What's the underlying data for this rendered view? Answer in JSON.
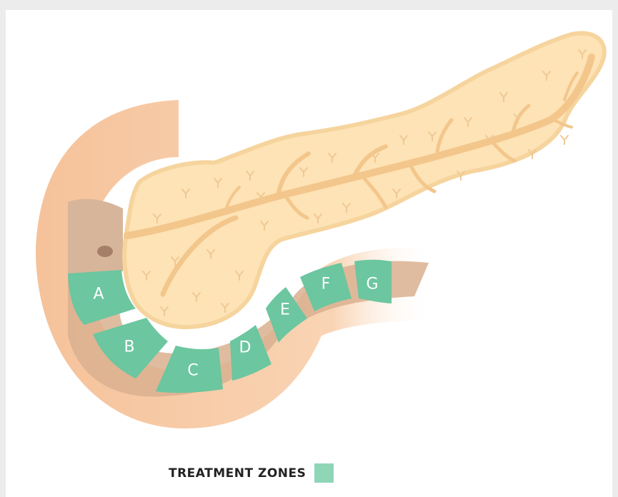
{
  "colors": {
    "duodenum": "#f6c79d",
    "duodenum_highlight": "#fde3cc",
    "duodenum_wall": "#ddb08e",
    "ampulla_region": "#d9b69a",
    "papilla": "#a67f69",
    "pancreas": "#fde3b5",
    "pancreas_outline": "#f8d8a2",
    "duct": "#f3c68c",
    "lobule": "#f0c894",
    "treatment_zone": "#6cc6a0",
    "legend_swatch": "#8fd6b7"
  },
  "zones": [
    {
      "label": "A"
    },
    {
      "label": "B"
    },
    {
      "label": "C"
    },
    {
      "label": "D"
    },
    {
      "label": "E"
    },
    {
      "label": "F"
    },
    {
      "label": "G"
    }
  ],
  "legend": {
    "label": "TREATMENT ZONES"
  }
}
